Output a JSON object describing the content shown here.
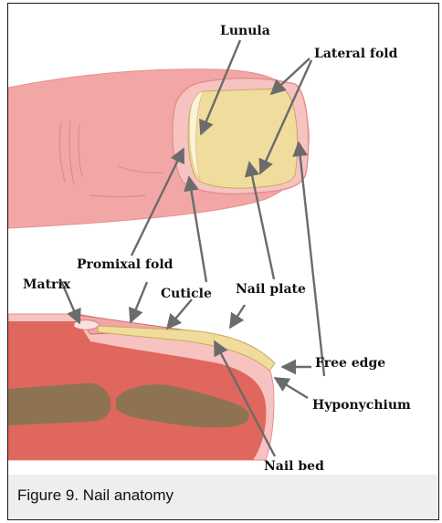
{
  "figure": {
    "caption": "Figure 9. Nail anatomy",
    "labels": {
      "lunula": "Lunula",
      "lateral_fold": "Lateral fold",
      "proximal_fold": "Promixal fold",
      "matrix": "Matrix",
      "cuticle": "Cuticle",
      "nail_plate": "Nail plate",
      "free_edge": "Free edge",
      "hyponychium": "Hyponychium",
      "nail_bed": "Nail bed"
    }
  },
  "colors": {
    "skin": "#f2a7a6",
    "skin_light": "#f7c3c0",
    "nail_plate": "#f0dc9c",
    "tissue": "#e0675d",
    "bone": "#8d7352",
    "arrow": "#6b6b6b"
  }
}
